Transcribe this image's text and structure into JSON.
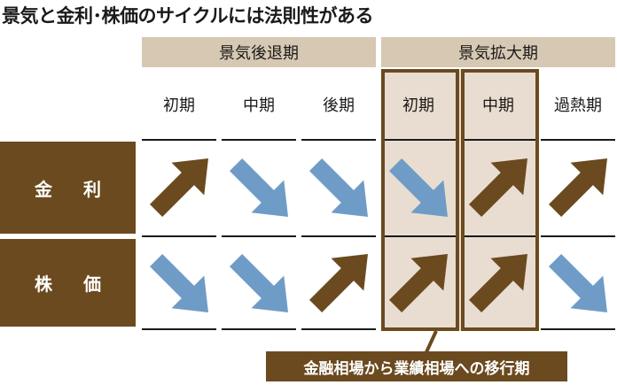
{
  "title": "景気と金利･株価のサイクルには法則性がある",
  "groups": {
    "recession": "景気後退期",
    "expansion": "景気拡大期"
  },
  "columns": [
    "初期",
    "中期",
    "後期",
    "初期",
    "中期",
    "過熱期"
  ],
  "rows": [
    {
      "label": "金 利",
      "arrows": [
        "up",
        "down",
        "down",
        "down",
        "up",
        "up"
      ]
    },
    {
      "label": "株 価",
      "arrows": [
        "down",
        "down",
        "up",
        "up",
        "up",
        "down"
      ]
    }
  ],
  "transition_label": "金融相場から業績相場への移行期",
  "colors": {
    "brown": "#6b4a1f",
    "blue": "#6f9cc7",
    "header_tan": "#d7c8b3",
    "highlight_bg": "#e8ddd0"
  },
  "icons": {
    "up": "arrow-up-right-icon",
    "down": "arrow-down-right-icon"
  }
}
